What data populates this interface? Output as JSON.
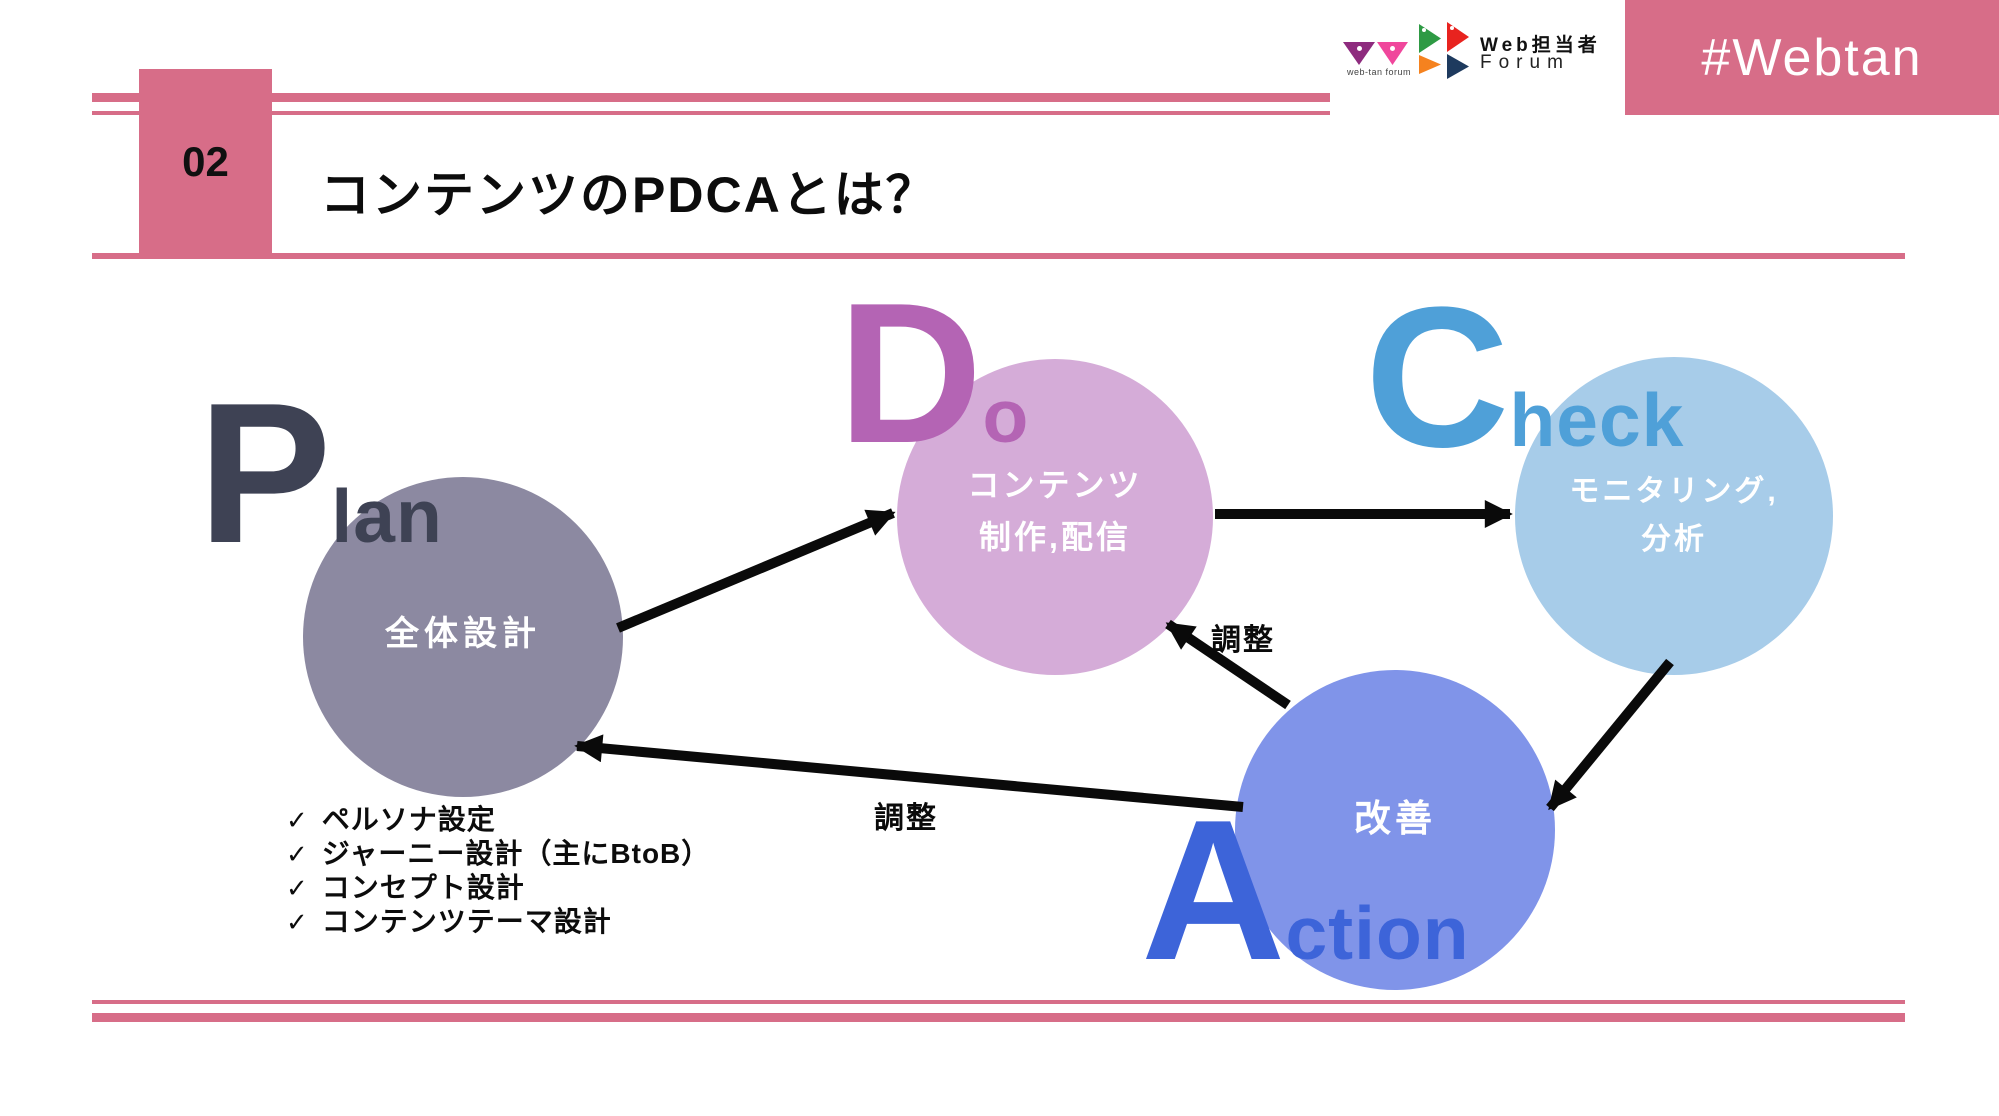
{
  "colors": {
    "accent_pink": "#D76D88",
    "arrow_black": "#0A0A0A",
    "plan_circle": "#8C89A1",
    "plan_letter": "#3E4254",
    "do_circle": "#D5ACD8",
    "do_letter": "#B464B4",
    "check_circle": "#A7CCE9",
    "check_letter": "#4FA0D8",
    "action_circle": "#8094E9",
    "action_letter": "#3D64D9"
  },
  "header": {
    "slide_number": "02",
    "title": "コンテンツのPDCAとは？",
    "hashtag": "#Webtan",
    "logo": {
      "caption": "web-tan forum",
      "brand_line1": "Web担当者",
      "brand_line2": "Forum"
    }
  },
  "diagram": {
    "plan": {
      "big": "P",
      "small": "lan",
      "label": "全体設計"
    },
    "do": {
      "big": "D",
      "small": "o",
      "label_line1": "コンテンツ",
      "label_line2": "制作,配信"
    },
    "check": {
      "big": "C",
      "small": "heck",
      "label_line1": "モニタリング,",
      "label_line2": "分析"
    },
    "action": {
      "big": "A",
      "small": "ction",
      "label": "改善"
    },
    "adjust_label_do": "調整",
    "adjust_label_plan": "調整"
  },
  "checklist": {
    "mark": "✓",
    "items": [
      "ペルソナ設定",
      "ジャーニー設計（主にBtoB）",
      "コンセプト設計",
      "コンテンツテーマ設計"
    ]
  }
}
